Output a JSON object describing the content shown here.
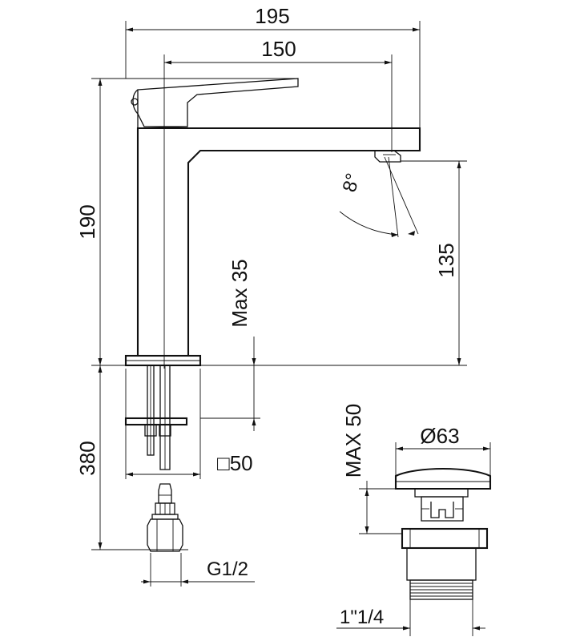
{
  "dimensions": {
    "overall_depth": "195",
    "spout_reach": "150",
    "body_height": "190",
    "spout_height": "135",
    "max_deck_thickness": "Max 35",
    "hose_length": "380",
    "base_size": "□50",
    "inlet_thread": "G1/2",
    "waste_max_thickness": "MAX 50",
    "waste_diameter": "Ø63",
    "waste_thread": "1\"1/4",
    "aerator_angle": "8°"
  },
  "colors": {
    "line": "#111111",
    "background": "#ffffff"
  }
}
